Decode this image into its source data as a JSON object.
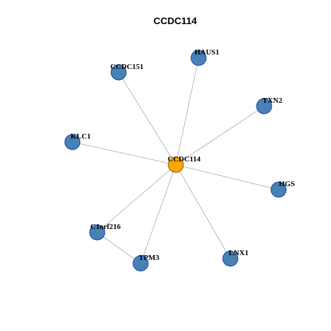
{
  "title": "CCDC114",
  "colors": {
    "hub_fill": "#FFA500",
    "hub_stroke": "#8B5A00",
    "leaf_fill": "#4682B4",
    "leaf_stroke": "#1E3FB8",
    "edge": "#A8A8A8"
  },
  "nodes": [
    {
      "id": "CCDC114",
      "label": "CCDC114",
      "type": "hub"
    },
    {
      "id": "HAUS1",
      "label": "HAUS1",
      "type": "leaf"
    },
    {
      "id": "CCDC151",
      "label": "CCDC151",
      "type": "leaf"
    },
    {
      "id": "TXN2",
      "label": "TXN2",
      "type": "leaf"
    },
    {
      "id": "KLC1",
      "label": "KLC1",
      "type": "leaf"
    },
    {
      "id": "HGS",
      "label": "HGS",
      "type": "leaf"
    },
    {
      "id": "C1orf216",
      "label": "C1orf216",
      "type": "leaf"
    },
    {
      "id": "LNX1",
      "label": "LNX1",
      "type": "leaf"
    },
    {
      "id": "TPM3",
      "label": "TPM3",
      "type": "leaf"
    }
  ],
  "edges": [
    [
      "CCDC114",
      "HAUS1"
    ],
    [
      "CCDC114",
      "CCDC151"
    ],
    [
      "CCDC114",
      "TXN2"
    ],
    [
      "CCDC114",
      "KLC1"
    ],
    [
      "CCDC114",
      "HGS"
    ],
    [
      "CCDC114",
      "C1orf216"
    ],
    [
      "CCDC114",
      "LNX1"
    ],
    [
      "CCDC114",
      "TPM3"
    ],
    [
      "C1orf216",
      "TPM3"
    ]
  ]
}
